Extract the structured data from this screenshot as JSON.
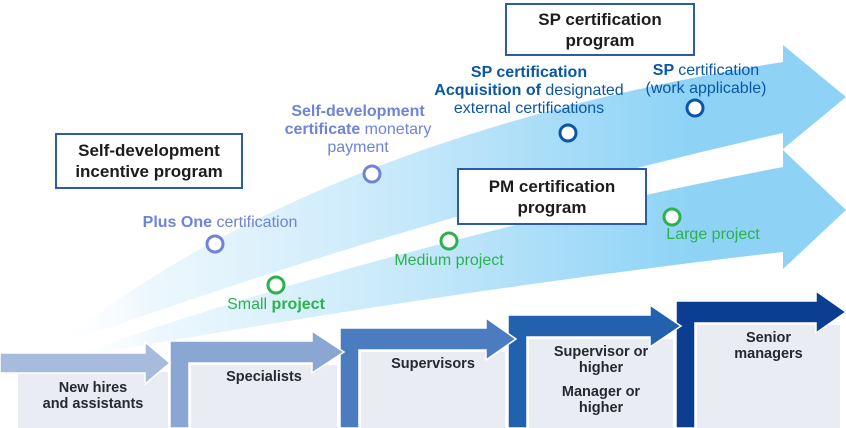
{
  "colors": {
    "periwinkle": "#6d84d8",
    "blue": "#0b56a8",
    "green": "#2bb24e",
    "swoosh_light": "#eaf6fd",
    "swoosh_mid": "#c5e8fa",
    "swoosh_deep": "#8ed3f6",
    "program_box_border": "#2c5ca9",
    "stage_box_fill": "#e9ecf2",
    "stage_text": "#26292e"
  },
  "programs": [
    {
      "id": "self-development-incentive",
      "lines": [
        "Self-development",
        "incentive program"
      ]
    },
    {
      "id": "sp-certification",
      "lines": [
        "SP certification",
        "program"
      ]
    },
    {
      "id": "pm-certification",
      "lines": [
        "PM certification",
        "program"
      ]
    }
  ],
  "milestones": [
    {
      "id": "plus-one-certification",
      "color": "periwinkle",
      "lines": [
        [
          [
            "Plus One ",
            1
          ],
          [
            "certification",
            0
          ]
        ]
      ]
    },
    {
      "id": "self-development-certificate-payment",
      "color": "periwinkle",
      "lines": [
        [
          [
            "Self-development",
            1
          ]
        ],
        [
          [
            "certificate ",
            1
          ],
          [
            "monetary",
            0
          ]
        ],
        [
          [
            "payment",
            0
          ]
        ]
      ]
    },
    {
      "id": "sp-designated-external-certifications",
      "color": "blue",
      "lines": [
        [
          [
            "SP certification",
            1
          ]
        ],
        [
          [
            "Acquisition of ",
            1
          ],
          [
            "designated",
            0
          ]
        ],
        [
          [
            "external certifications",
            0
          ]
        ]
      ]
    },
    {
      "id": "sp-work-applicable",
      "color": "blue",
      "lines": [
        [
          [
            "SP ",
            1
          ],
          [
            "certification",
            0
          ]
        ],
        [
          [
            "(work applicable)",
            0
          ]
        ]
      ]
    },
    {
      "id": "small-project",
      "color": "green",
      "lines": [
        [
          [
            "Small ",
            0
          ],
          [
            "project",
            1
          ]
        ]
      ]
    },
    {
      "id": "medium-project",
      "color": "green",
      "lines": [
        [
          [
            "Medium project",
            0
          ]
        ]
      ]
    },
    {
      "id": "large-project",
      "color": "green",
      "lines": [
        [
          [
            "Large project",
            0
          ]
        ]
      ]
    }
  ],
  "stages": [
    {
      "id": "new-hires",
      "labels": [
        [
          "New hires",
          "and assistants"
        ]
      ],
      "arrow_color": "#a7bbdd"
    },
    {
      "id": "specialists",
      "labels": [
        [
          "Specialists"
        ]
      ],
      "arrow_color": "#8aa6d2"
    },
    {
      "id": "supervisors",
      "labels": [
        [
          "Supervisors"
        ]
      ],
      "arrow_color": "#4b7cbf"
    },
    {
      "id": "supervisor-or-higher",
      "labels": [
        [
          "Supervisor or",
          "higher"
        ],
        [
          "Manager or",
          "higher"
        ]
      ],
      "arrow_color": "#2161ae"
    },
    {
      "id": "senior-managers",
      "labels": [
        [
          "Senior",
          "managers"
        ]
      ],
      "arrow_color": "#0b3d90"
    }
  ]
}
